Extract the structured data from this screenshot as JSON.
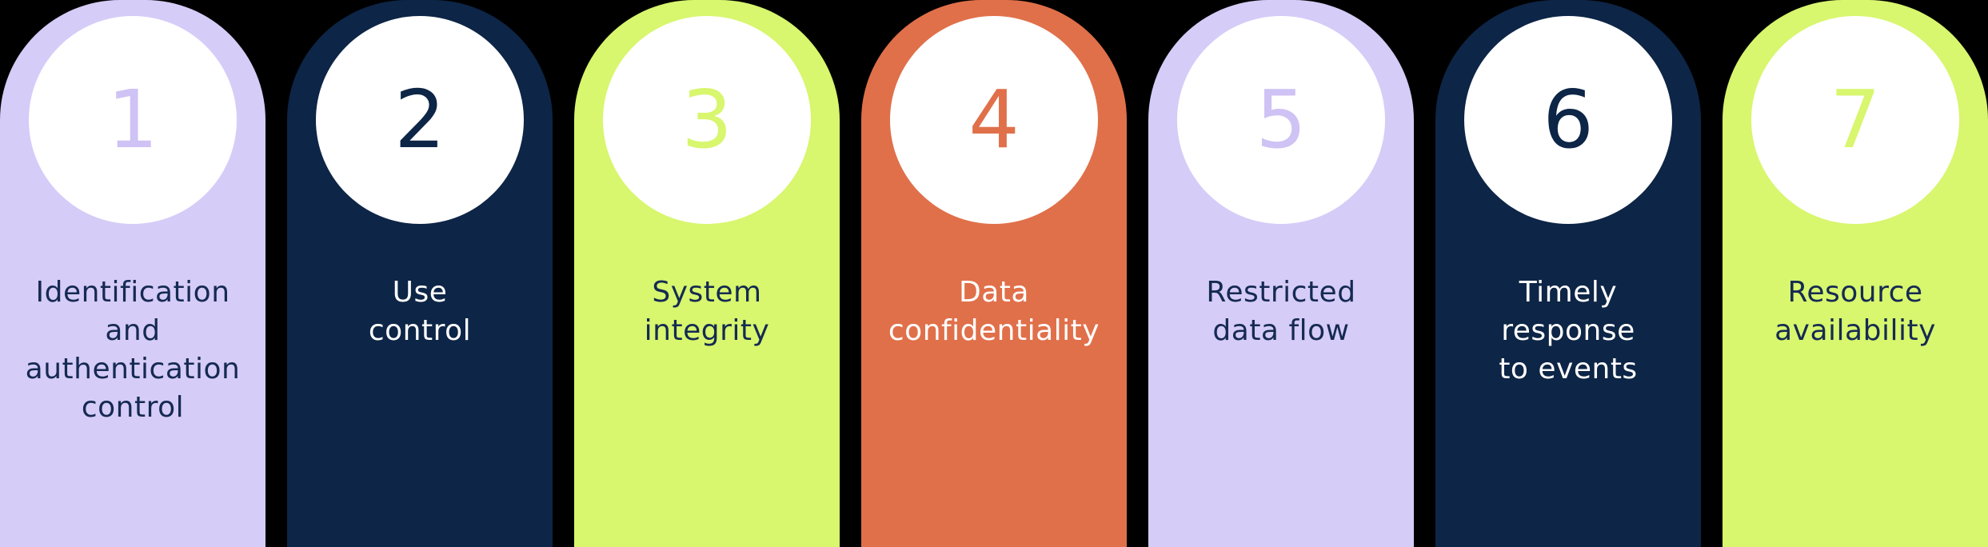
{
  "background": "#000000",
  "palette": {
    "lavender": "#d6ccf8",
    "navy": "#0d2546",
    "lime": "#d8f66e",
    "orange": "#e0704a",
    "white": "#ffffff",
    "dark_text": "#152a52"
  },
  "cards": [
    {
      "number": "1",
      "label": "Identification\nand\nauthentication\ncontrol",
      "bg": "#d6ccf8",
      "circle_bg": "#ffffff",
      "number_color": "#cfc2f4",
      "text_color": "#152a52"
    },
    {
      "number": "2",
      "label": "Use\ncontrol",
      "bg": "#0d2546",
      "circle_bg": "#ffffff",
      "number_color": "#0d2546",
      "text_color": "#ffffff"
    },
    {
      "number": "3",
      "label": "System\nintegrity",
      "bg": "#d8f66e",
      "circle_bg": "#ffffff",
      "number_color": "#d8f66e",
      "text_color": "#152a52"
    },
    {
      "number": "4",
      "label": "Data\nconfidentiality",
      "bg": "#e0704a",
      "circle_bg": "#ffffff",
      "number_color": "#e0704a",
      "text_color": "#ffffff"
    },
    {
      "number": "5",
      "label": "Restricted\ndata flow",
      "bg": "#d6ccf8",
      "circle_bg": "#ffffff",
      "number_color": "#cfc2f4",
      "text_color": "#152a52"
    },
    {
      "number": "6",
      "label": "Timely\nresponse\nto events",
      "bg": "#0d2546",
      "circle_bg": "#ffffff",
      "number_color": "#0d2546",
      "text_color": "#ffffff"
    },
    {
      "number": "7",
      "label": "Resource\navailability",
      "bg": "#d8f66e",
      "circle_bg": "#ffffff",
      "number_color": "#d8f66e",
      "text_color": "#152a52"
    }
  ]
}
